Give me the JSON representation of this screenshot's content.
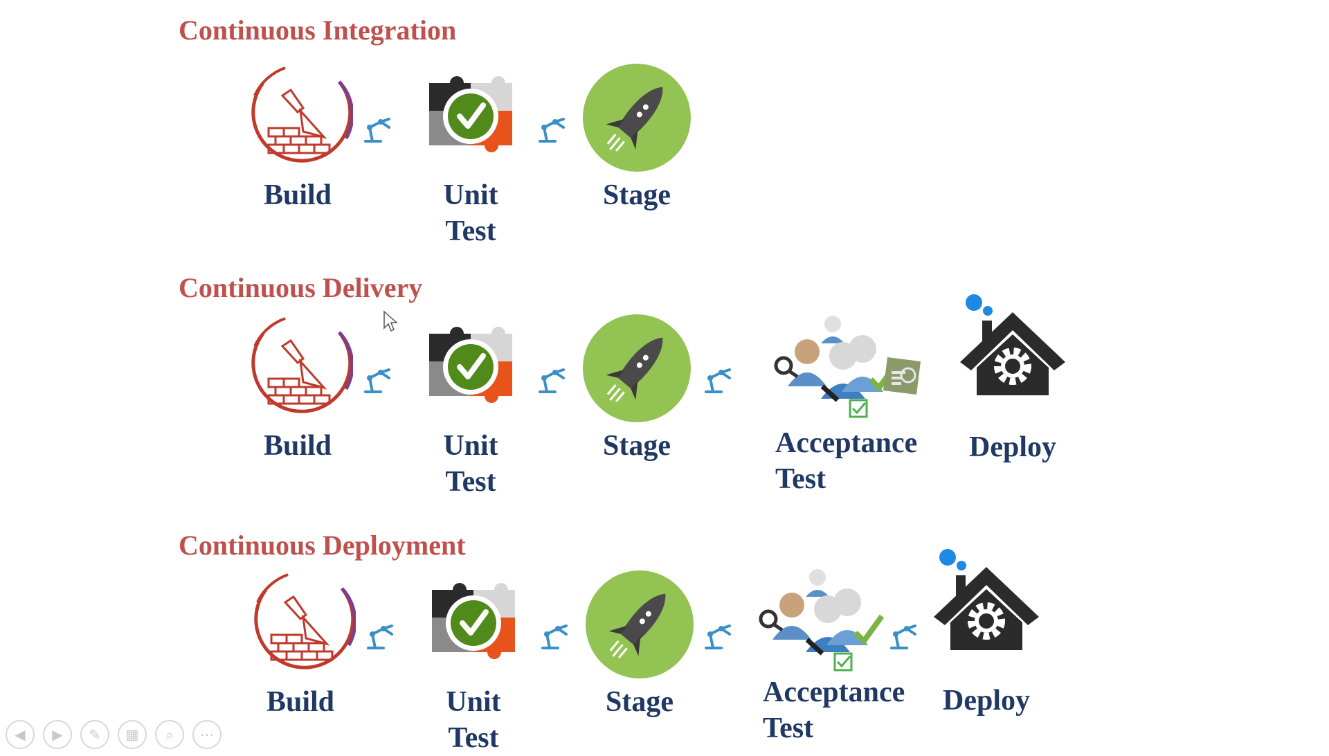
{
  "sections": [
    {
      "title": "Continuous Integration",
      "stages": [
        {
          "label": "Build",
          "icon": "build-brick-trowel-icon"
        },
        {
          "label": "Unit\nTest",
          "icon": "puzzle-check-icon"
        },
        {
          "label": "Stage",
          "icon": "rocket-icon"
        }
      ]
    },
    {
      "title": "Continuous Delivery",
      "stages": [
        {
          "label": "Build",
          "icon": "build-brick-trowel-icon"
        },
        {
          "label": "Unit\nTest",
          "icon": "puzzle-check-icon"
        },
        {
          "label": "Stage",
          "icon": "rocket-icon"
        },
        {
          "label": "Acceptance\nTest",
          "icon": "acceptance-people-icon"
        },
        {
          "label": "Deploy",
          "icon": "house-gear-icon"
        }
      ],
      "manual_gate_icon": "hand-press-button-icon"
    },
    {
      "title": "Continuous Deployment",
      "stages": [
        {
          "label": "Build",
          "icon": "build-brick-trowel-icon"
        },
        {
          "label": "Unit\nTest",
          "icon": "puzzle-check-icon"
        },
        {
          "label": "Stage",
          "icon": "rocket-icon"
        },
        {
          "label": "Acceptance\nTest",
          "icon": "acceptance-people-icon"
        },
        {
          "label": "Deploy",
          "icon": "house-gear-icon"
        }
      ]
    }
  ],
  "connector_icon": "robot-arm-icon",
  "colors": {
    "title": "#c0504d",
    "label": "#1f3864",
    "rocket_circle": "#92c353",
    "connector": "#3a8fc6"
  },
  "toolbar": {
    "buttons": [
      "prev-icon",
      "next-icon",
      "pen-icon",
      "slides-icon",
      "zoom-icon",
      "more-icon"
    ]
  }
}
